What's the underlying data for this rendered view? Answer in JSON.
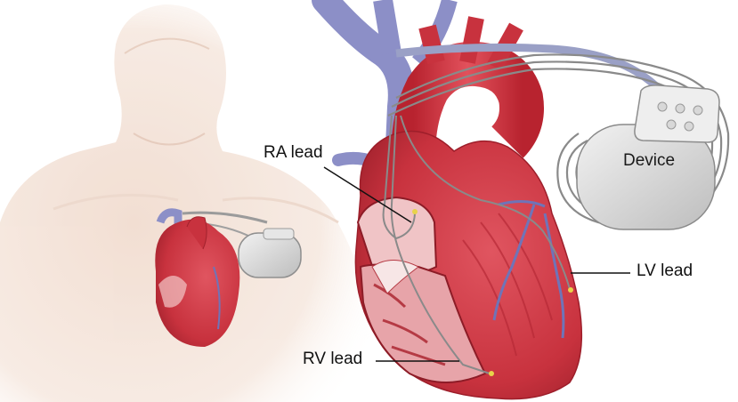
{
  "labels": {
    "ra_lead": "RA lead",
    "lv_lead": "LV lead",
    "rv_lead": "RV lead",
    "device": "Device"
  },
  "colors": {
    "heart_red": "#cf3a45",
    "heart_dark": "#a8232f",
    "vein_blue": "#8c8fc7",
    "skin": "#f1ddd1",
    "device_grey": "#d9d9d9",
    "lead_grey": "#8a8a8a"
  }
}
